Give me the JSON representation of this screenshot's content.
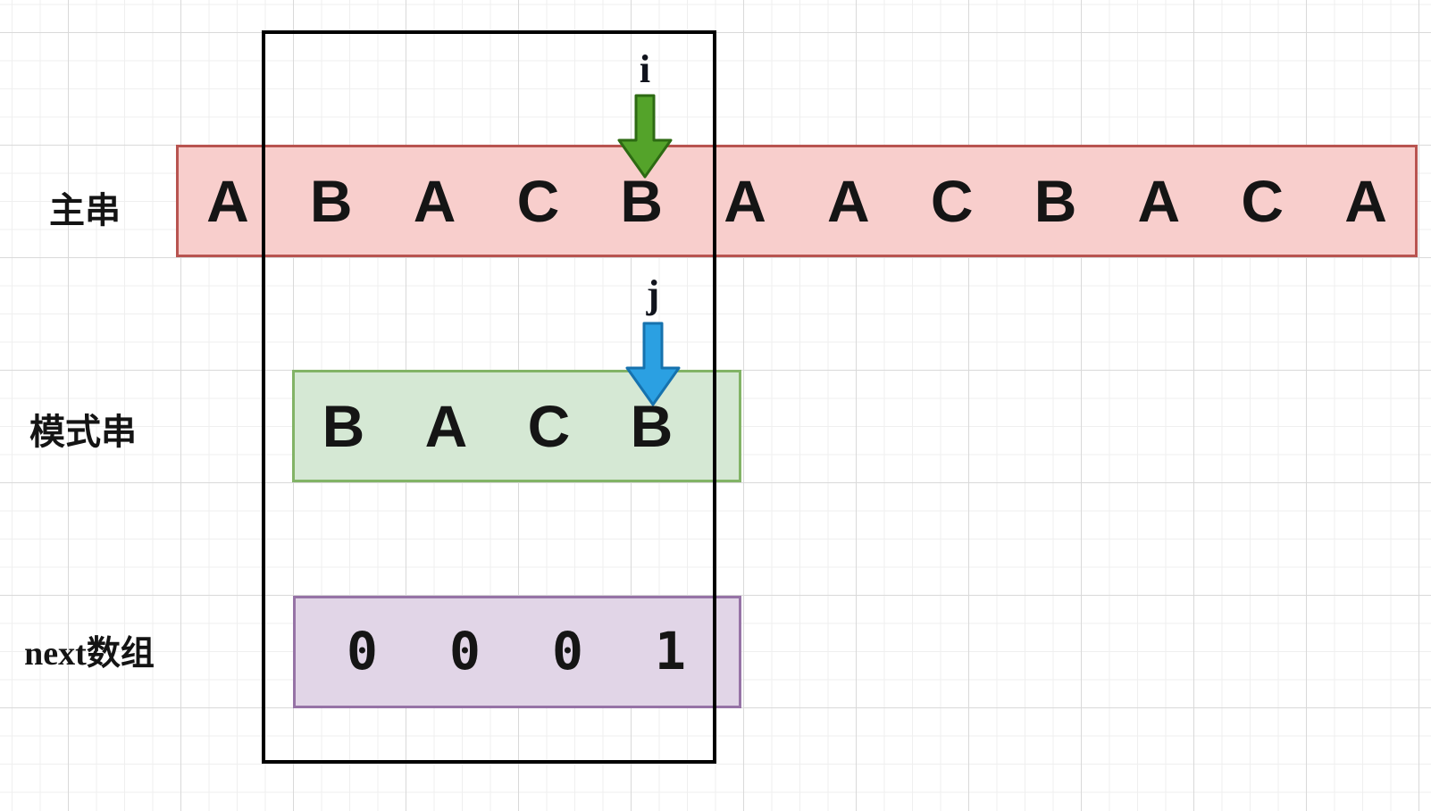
{
  "diagram": {
    "main_row": {
      "label": "主串",
      "cells": [
        "A",
        "B",
        "A",
        "C",
        "B",
        "A",
        "A",
        "C",
        "B",
        "A",
        "C",
        "A"
      ]
    },
    "pattern_row": {
      "label": "模式串",
      "cells": [
        "B",
        "A",
        "C",
        "B"
      ]
    },
    "next_row": {
      "label": "next数组",
      "cells": [
        "0",
        "0",
        "0",
        "1"
      ]
    },
    "pointers": {
      "i": "i",
      "j": "j"
    },
    "colors": {
      "main_fill": "#f8cecc",
      "main_stroke": "#b85450",
      "pattern_fill": "#d5e8d4",
      "pattern_stroke": "#82b366",
      "next_fill": "#e1d5e7",
      "next_stroke": "#9673a6",
      "i_arrow_fill": "#54a32a",
      "i_arrow_stroke": "#2d6a13",
      "j_arrow_fill": "#2ba0e2",
      "j_arrow_stroke": "#1672ae",
      "frame_stroke": "#000000"
    }
  }
}
